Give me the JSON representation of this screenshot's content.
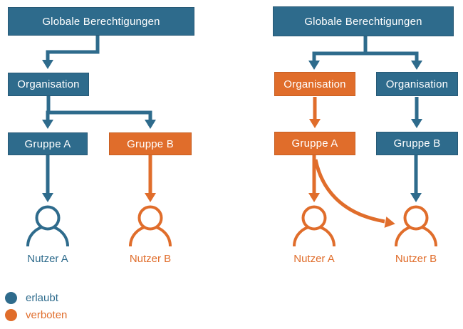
{
  "colors": {
    "allowed": "#2E6B8C",
    "forbidden": "#E06D2B",
    "background": "#FFFFFF",
    "box_text": "#FFFFFF"
  },
  "left_tree": {
    "nodes": {
      "root": {
        "label": "Globale Berechtigungen",
        "status": "erlaubt"
      },
      "organisation": {
        "label": "Organisation",
        "status": "erlaubt"
      },
      "group_a": {
        "label": "Gruppe A",
        "status": "erlaubt"
      },
      "group_b": {
        "label": "Gruppe B",
        "status": "verboten"
      },
      "user_a": {
        "label": "Nutzer A",
        "status": "erlaubt"
      },
      "user_b": {
        "label": "Nutzer B",
        "status": "verboten"
      }
    },
    "edges": [
      {
        "from": "Globale Berechtigungen",
        "to": "Organisation",
        "status": "erlaubt"
      },
      {
        "from": "Organisation",
        "to": "Gruppe A",
        "status": "erlaubt"
      },
      {
        "from": "Organisation",
        "to": "Gruppe B",
        "status": "erlaubt"
      },
      {
        "from": "Gruppe A",
        "to": "Nutzer A",
        "status": "erlaubt"
      },
      {
        "from": "Gruppe B",
        "to": "Nutzer B",
        "status": "verboten"
      }
    ]
  },
  "right_tree": {
    "nodes": {
      "root": {
        "label": "Globale Berechtigungen",
        "status": "erlaubt"
      },
      "organisation_a": {
        "label": "Organisation",
        "status": "verboten"
      },
      "organisation_b": {
        "label": "Organisation",
        "status": "erlaubt"
      },
      "group_a": {
        "label": "Gruppe A",
        "status": "verboten"
      },
      "group_b": {
        "label": "Gruppe B",
        "status": "erlaubt"
      },
      "user_a": {
        "label": "Nutzer A",
        "status": "verboten"
      },
      "user_b": {
        "label": "Nutzer B",
        "status": "verboten"
      }
    },
    "edges": [
      {
        "from": "Globale Berechtigungen",
        "to": "Organisation A",
        "status": "erlaubt"
      },
      {
        "from": "Globale Berechtigungen",
        "to": "Organisation B",
        "status": "erlaubt"
      },
      {
        "from": "Organisation A",
        "to": "Gruppe A",
        "status": "verboten"
      },
      {
        "from": "Organisation B",
        "to": "Gruppe B",
        "status": "erlaubt"
      },
      {
        "from": "Gruppe A",
        "to": "Nutzer A",
        "status": "verboten"
      },
      {
        "from": "Gruppe A",
        "to": "Nutzer B",
        "status": "verboten"
      },
      {
        "from": "Gruppe B",
        "to": "Nutzer B",
        "status": "erlaubt"
      }
    ]
  },
  "legend": {
    "allowed_label": "erlaubt",
    "forbidden_label": "verboten"
  }
}
